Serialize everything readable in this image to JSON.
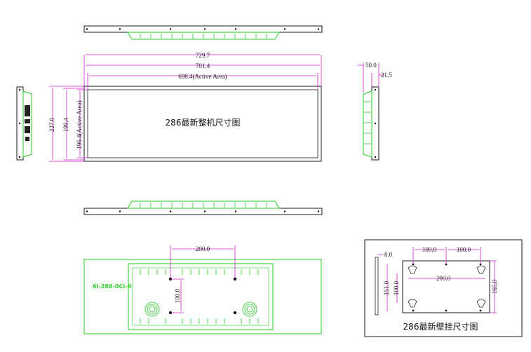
{
  "colors": {
    "outline": "#1a1a1a",
    "pcb_green": "#22cc22",
    "dimension_magenta": "#d020d0",
    "hole": "#111111"
  },
  "front_view": {
    "overall_width": "729.7",
    "bezel_width": "701.4",
    "active_width": "698.4(Active Area)",
    "overall_height": "227.0",
    "bezel_height": "199.4",
    "active_height": "196.4(Active Area)",
    "title": "286最新整机尺寸图"
  },
  "side_view": {
    "total_depth": "50.0",
    "panel_depth": "21.5"
  },
  "back_view": {
    "mount_spacing": "200.0",
    "mount_vertical": "100.0",
    "model_code": "6I-286-0CI-R"
  },
  "wall_mount": {
    "spacing_left": "100.0",
    "spacing_right": "100.0",
    "spacing_total": "200.0",
    "thickness": "8.0",
    "height_outer": "151.0",
    "height_inner": "100.0",
    "height_overall": "165.0",
    "title": "286最新壁挂尺寸图"
  }
}
